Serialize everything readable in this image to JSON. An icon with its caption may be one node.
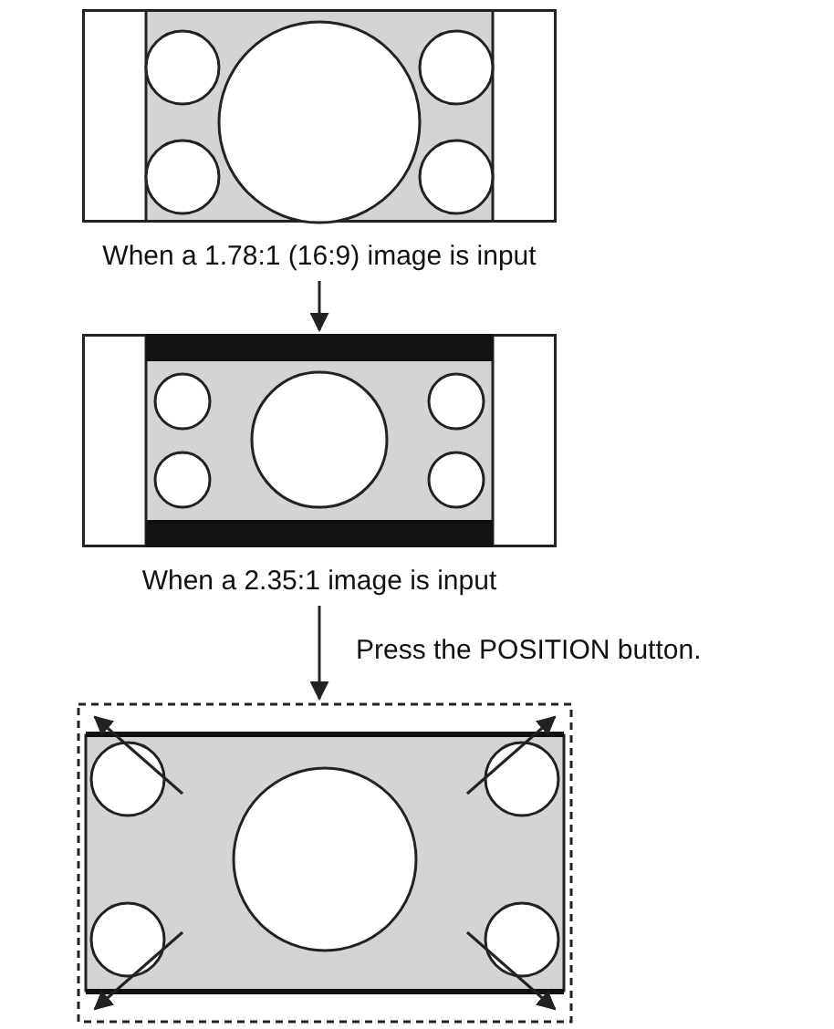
{
  "diagram": {
    "nodes": [
      {
        "text": [],
        "shape": "picture",
        "beside": [
          "When a 1.78:1 (16:9) image is input"
        ]
      },
      {
        "text": [],
        "shape": "picture",
        "beside": [
          "When a 2.35:1 image is input"
        ]
      },
      {
        "text": [],
        "shape": "picture"
      }
    ],
    "edges": [
      {
        "from": 0,
        "to": 1,
        "arrow": "to"
      },
      {
        "from": 1,
        "to": 2,
        "arrow": "to",
        "label": "Press the POSITION button."
      }
    ]
  }
}
